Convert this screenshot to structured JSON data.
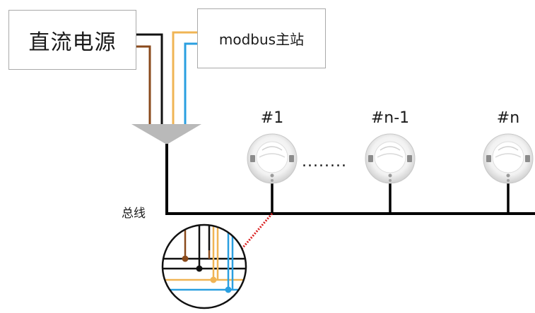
{
  "boxes": {
    "dc_power": "直流电源",
    "master": "modbus主站"
  },
  "bus_label": "总线",
  "ellipsis": "........",
  "devices": [
    {
      "label": "#1"
    },
    {
      "label": "#n-1"
    },
    {
      "label": "#n"
    }
  ],
  "wire_colors": {
    "brown": "#8a4a1c",
    "black": "#111111",
    "orange": "#f0b454",
    "blue": "#2a9fe0"
  },
  "accent": {
    "leader_line": "#d92020",
    "funnel": "#b9b9b9"
  }
}
